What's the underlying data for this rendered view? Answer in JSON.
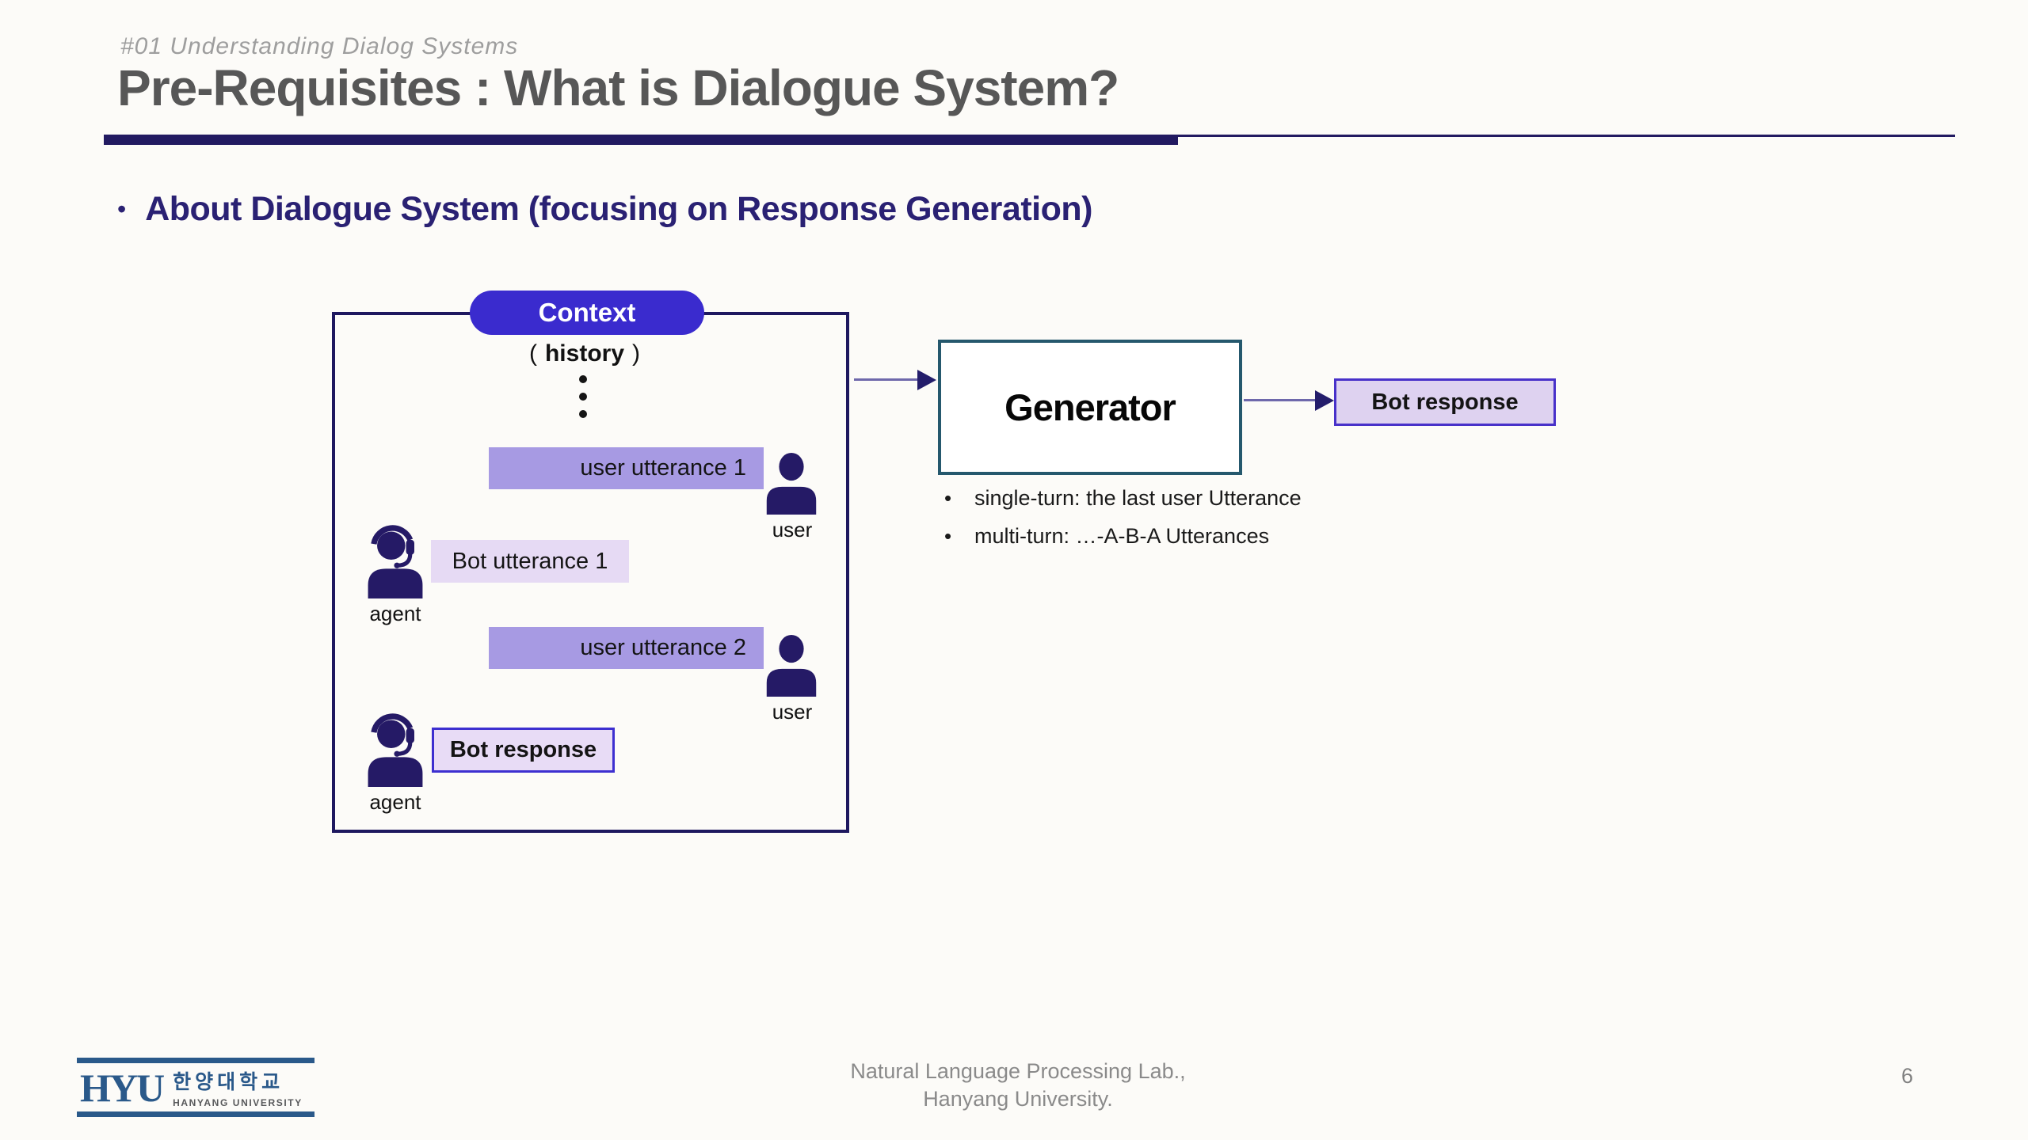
{
  "slide": {
    "kicker": "#01 Understanding Dialog Systems",
    "title": "Pre-Requisites : What is Dialogue System?",
    "bullet_char": "•",
    "section_heading": "About Dialogue System (focusing on Response Generation)",
    "page_number": "6",
    "footer": {
      "line1": "Natural Language Processing Lab.,",
      "line2": "Hanyang University."
    }
  },
  "logo": {
    "acronym": "HYU",
    "korean": "한양대학교",
    "english": "HANYANG UNIVERSITY"
  },
  "diagram": {
    "context": {
      "label": "Context",
      "history_open": "(",
      "history_word": "history",
      "history_close": ")"
    },
    "messages": [
      {
        "text": "user utterance 1",
        "speaker": "user"
      },
      {
        "text": "Bot utterance 1",
        "speaker": "agent"
      },
      {
        "text": "user utterance 2",
        "speaker": "user"
      },
      {
        "text": "Bot response",
        "speaker": "agent"
      }
    ],
    "generator": {
      "label": "Generator",
      "notes": [
        "single-turn: the last user Utterance",
        "multi-turn: …-A-B-A Utterances"
      ]
    },
    "output": {
      "label": "Bot response"
    }
  },
  "colors": {
    "accent_indigo": "#3a2bce",
    "navy_rule": "#221a61",
    "user_bubble": "#a79ae3",
    "bot_bubble": "#e6daf4",
    "response_fill": "#ded2f0",
    "response_border": "#4831c9",
    "generator_border": "#25586d",
    "heading_indigo": "#2a2173",
    "title_gray": "#575757",
    "logo_blue": "#2a598a",
    "icon_navy": "#251a66"
  }
}
